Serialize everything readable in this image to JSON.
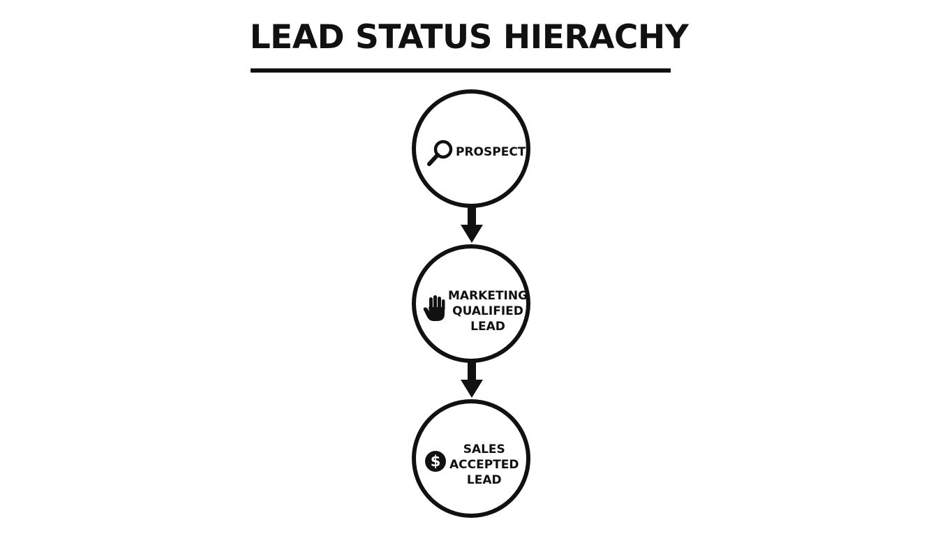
{
  "title": "LEAD STATUS HIERACHY",
  "nodes": [
    {
      "id": "prospect",
      "icon": "magnifier-icon",
      "label_lines": [
        "PROSPECT"
      ]
    },
    {
      "id": "mql",
      "icon": "hand-icon",
      "label_lines": [
        "MARKETING",
        "QUALIFIED",
        "LEAD"
      ]
    },
    {
      "id": "sal",
      "icon": "dollar-coin-icon",
      "label_lines": [
        "SALES",
        "ACCEPTED",
        "LEAD"
      ]
    }
  ],
  "edges": [
    {
      "from": "prospect",
      "to": "mql"
    },
    {
      "from": "mql",
      "to": "sal"
    }
  ],
  "colors": {
    "ink": "#111111",
    "background": "#ffffff"
  }
}
